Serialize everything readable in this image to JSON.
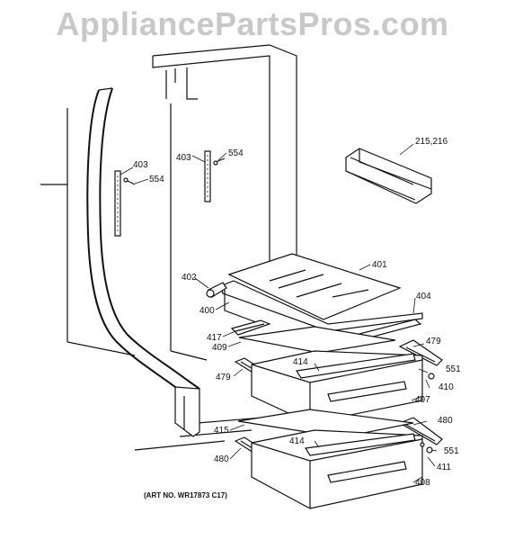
{
  "watermark": "AppliancePartsPros.com",
  "art_number": "(ART NO. WR17873 C17)",
  "callouts": {
    "c403a": "403",
    "c554a": "554",
    "c403b": "403",
    "c554b": "554",
    "c215": "215,216",
    "c401": "401",
    "c402": "402",
    "c404": "404",
    "c400": "400",
    "c417": "417",
    "c409": "409",
    "c479a": "479",
    "c414a": "414",
    "c551a": "551",
    "c479b": "479",
    "c410": "410",
    "c407": "407",
    "c480a": "480",
    "c415": "415",
    "c414b": "414",
    "c551b": "551",
    "c480b": "480",
    "c411": "411",
    "c408": "408"
  }
}
